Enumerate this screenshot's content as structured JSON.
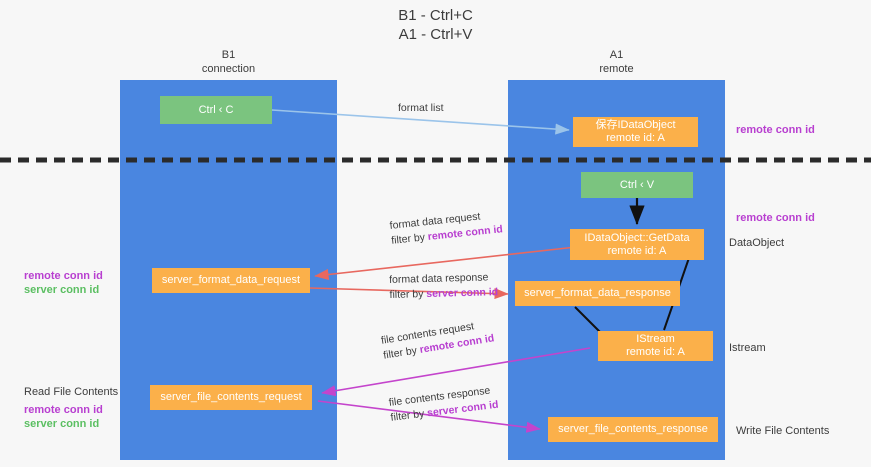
{
  "title": {
    "line1": "B1 - Ctrl+C",
    "line2": "A1 - Ctrl+V"
  },
  "columns": [
    {
      "id": "b1",
      "name": "B1",
      "role": "connection"
    },
    {
      "id": "a1",
      "name": "A1",
      "role": "remote"
    }
  ],
  "nodes": {
    "ctrl_c": "Ctrl ‹ C",
    "ctrl_v": "Ctrl ‹ V",
    "save_dataobject_l1": "保存IDataObject",
    "save_dataobject_l2": "remote id: A",
    "getdata_l1": "IDataObject::GetData",
    "getdata_l2": "remote id: A",
    "istream_l1": "IStream",
    "istream_l2": "remote id: A",
    "server_format_data_request": "server_format_data_request",
    "server_format_data_response": "server_format_data_response",
    "server_file_contents_request": "server_file_contents_request",
    "server_file_contents_response": "server_file_contents_response"
  },
  "edge_labels": {
    "format_list": "format list",
    "format_data_request": "format data request",
    "format_data_request_filter_pre": "filter by ",
    "format_data_request_filter_key": "remote conn id",
    "format_data_response": "format data response",
    "format_data_response_filter_pre": "filter by ",
    "format_data_response_filter_key": "server conn id",
    "file_contents_request": "file contents request",
    "file_contents_request_filter_pre": "filter by ",
    "file_contents_request_filter_key": "remote conn id",
    "file_contents_response": "file contents response",
    "file_contents_response_filter_pre": "filter by ",
    "file_contents_response_filter_key": "server conn id"
  },
  "annotations": {
    "right_remote_conn_id_top": "remote conn id",
    "right_remote_conn_id_mid": "remote conn id",
    "right_dataobject": "DataObject",
    "right_istream": "Istream",
    "right_write_file_contents": "Write File Contents",
    "left_mid_remote_conn_id": "remote conn id",
    "left_mid_server_conn_id": "server conn id",
    "left_read_file_contents": "Read File Contents",
    "left_low_remote_conn_id": "remote conn id",
    "left_low_server_conn_id": "server conn id"
  },
  "colors": {
    "lane": "#4a86e0",
    "node_green": "#7bc47f",
    "node_orange": "#fbb04a",
    "key_purple": "#b83fd0",
    "key_green": "#5bbf62",
    "edge_format_list": "#9bc4ea",
    "edge_format_data": "#e8685f",
    "edge_file_contents": "#c444cc",
    "edge_flow": "#111111",
    "divider": "#2b2b2b",
    "background": "#f7f7f7"
  }
}
